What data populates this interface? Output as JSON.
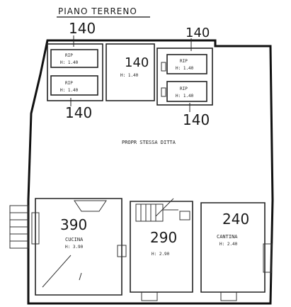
{
  "title": "PIANO TERRENO",
  "labels": {
    "top_left_height": "140",
    "top_right_height": "140",
    "mid_left_height": "140",
    "mid_right_height": "140",
    "rip1": "RIP",
    "rip1_h": "H: 1.40",
    "rip2": "RIP",
    "rip2_h": "H: 1.40",
    "center_height": "140",
    "center_h": "H: 1.40",
    "rip3": "RIP",
    "rip3_h": "H: 1.40",
    "rip4": "RIP",
    "rip4_h": "H: 1.40",
    "courtyard": "PROPR STESSA DITTA",
    "cucina_height": "390",
    "cucina": "CUCINA",
    "cucina_h": "H: 3.90",
    "middle_height": "290",
    "middle_h": "H: 2.90",
    "cantina_height": "240",
    "cantina": "CANTINA",
    "cantina_h": "H: 2.40"
  }
}
